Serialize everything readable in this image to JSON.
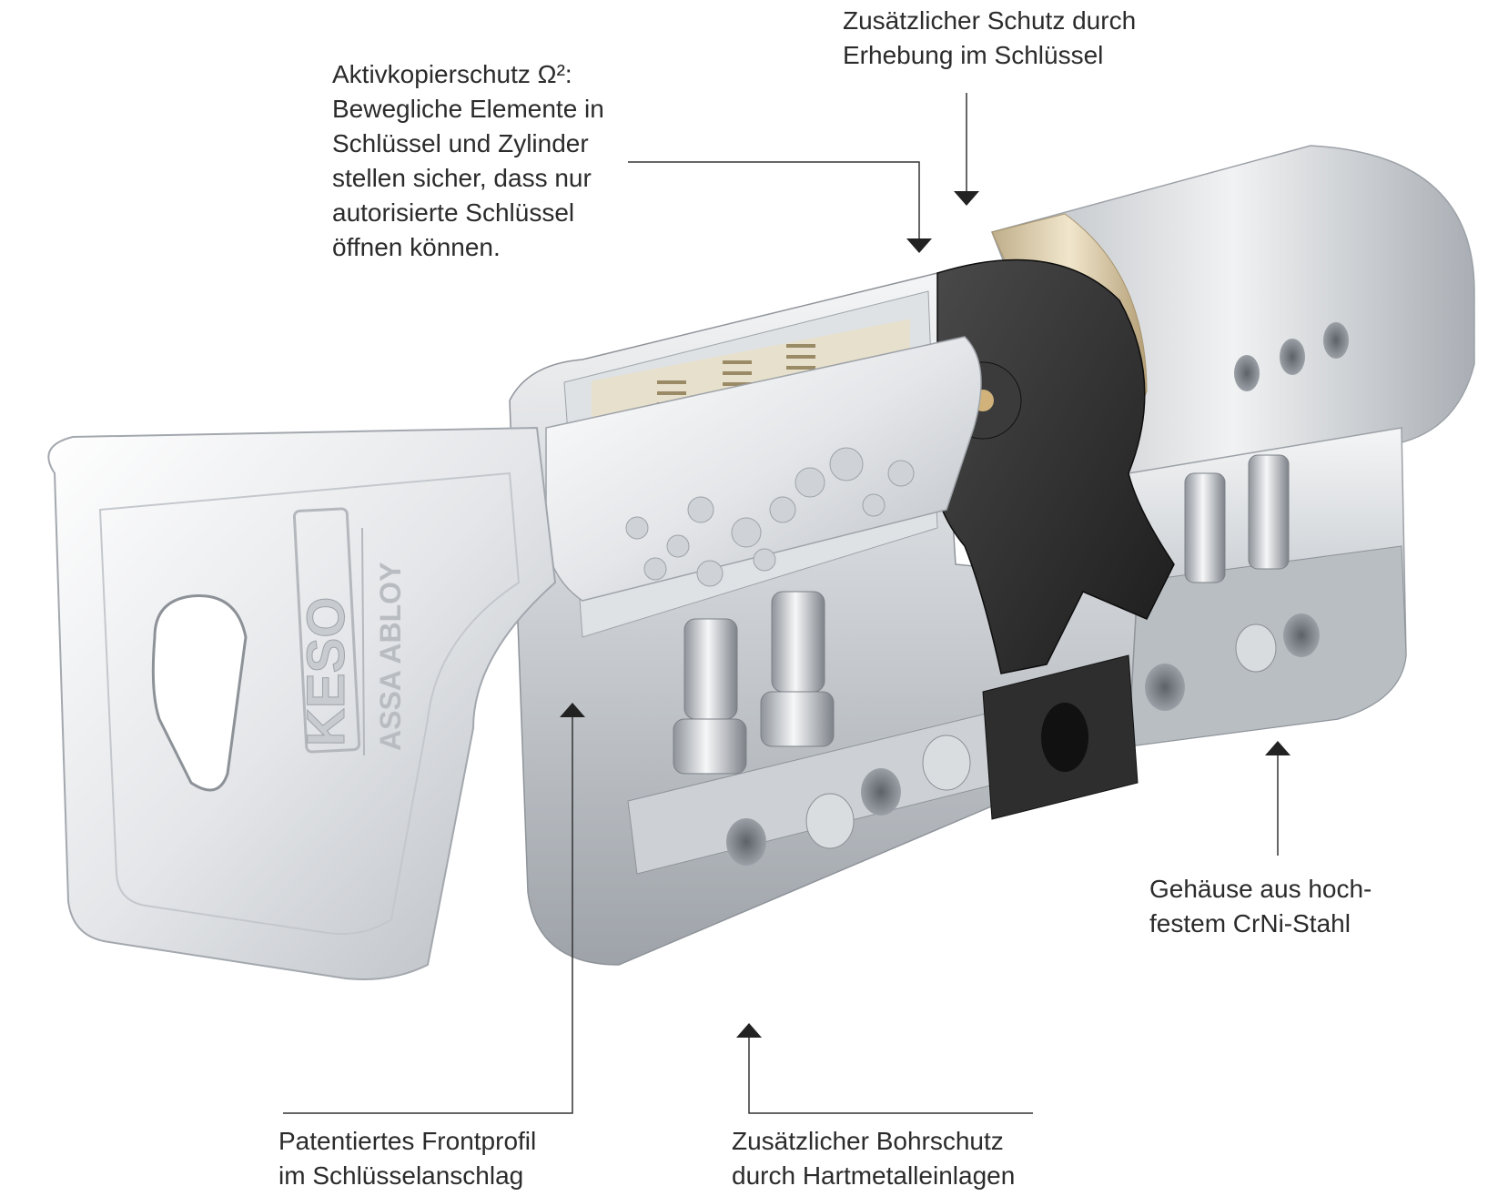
{
  "callouts": {
    "copy_protection": {
      "lines": [
        "Aktivkopierschutz Ω²:",
        "Bewegliche Elemente in",
        "Schlüssel und Zylinder",
        "stellen sicher, dass nur",
        "autorisierte Schlüssel",
        "öffnen können."
      ]
    },
    "key_raise": {
      "lines": [
        "Zusätzlicher Schutz durch",
        "Erhebung im Schlüssel"
      ]
    },
    "housing": {
      "lines": [
        "Gehäuse aus hoch-",
        "festem CrNi-Stahl"
      ]
    },
    "front_profile": {
      "lines": [
        "Patentiertes Frontprofil",
        "im Schlüsselanschlag"
      ]
    },
    "drill_protection": {
      "lines": [
        "Zusätzlicher Bohrschutz",
        "durch Hartmetalleinlagen"
      ]
    }
  },
  "key_logo": {
    "brand": "KESO",
    "group": "ASSA ABLOY"
  },
  "colors": {
    "text": "#2b2b2b",
    "leader_line": "#333333",
    "steel_light": "#eef0f2",
    "steel_mid": "#c3c7cc",
    "steel_dark": "#8d9298",
    "brass": "#d9c9a6",
    "cam_black": "#2a2a2a"
  }
}
